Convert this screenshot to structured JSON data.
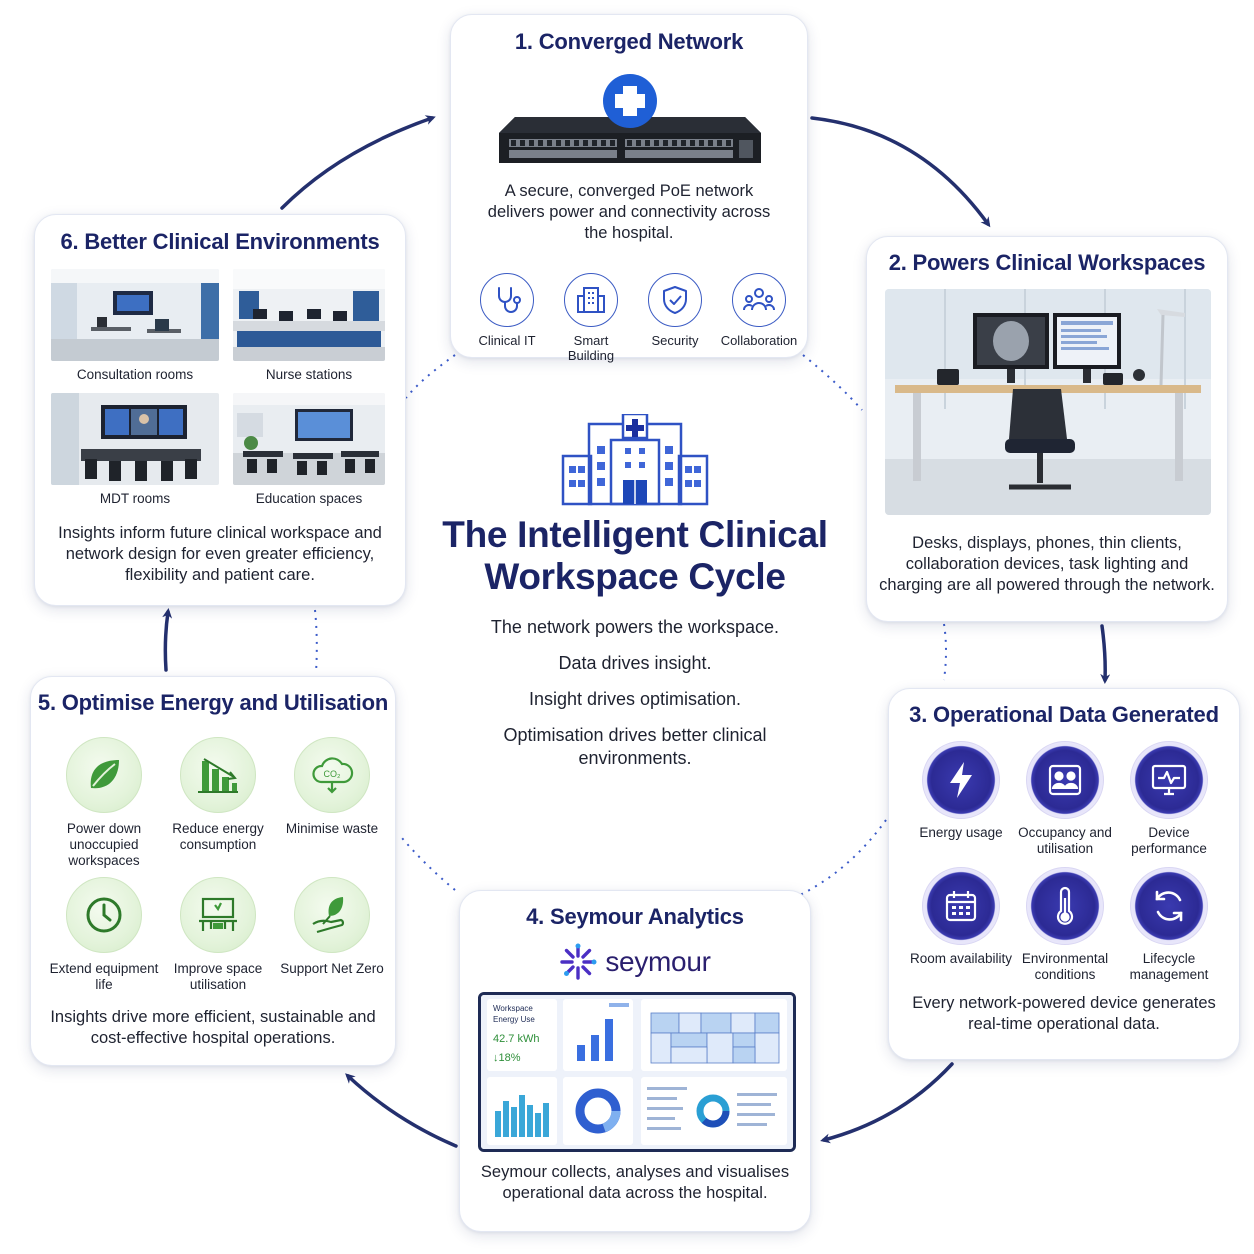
{
  "center": {
    "title": "The Intelligent Clinical Workspace Cycle",
    "lines": [
      "The network powers the workspace.",
      "Data drives insight.",
      "Insight drives optimisation.",
      "Optimisation drives better clinical environments."
    ]
  },
  "card1": {
    "title": "1. Converged Network",
    "text": "A secure, converged PoE network delivers power and connectivity across the hospital.",
    "icons": [
      {
        "label": "Clinical IT",
        "icon": "stethoscope-icon"
      },
      {
        "label": "Smart Building",
        "icon": "building-icon"
      },
      {
        "label": "Security",
        "icon": "shield-icon"
      },
      {
        "label": "Collaboration",
        "icon": "people-icon"
      }
    ]
  },
  "card2": {
    "title": "2. Powers Clinical Workspaces",
    "text": "Desks, displays, phones, thin clients, collaboration devices, task lighting and charging are all powered through the network."
  },
  "card3": {
    "title": "3. Operational Data Generated",
    "items": [
      {
        "label": "Energy usage",
        "icon": "lightning-icon"
      },
      {
        "label": "Occupancy and utilisation",
        "icon": "occupancy-icon"
      },
      {
        "label": "Device performance",
        "icon": "monitor-pulse-icon"
      },
      {
        "label": "Room availability",
        "icon": "calendar-icon"
      },
      {
        "label": "Environmental conditions",
        "icon": "thermometer-icon"
      },
      {
        "label": "Lifecycle management",
        "icon": "cycle-icon"
      }
    ],
    "text": "Every network-powered device generates real-time operational data."
  },
  "card4": {
    "title": "4. Seymour Analytics",
    "brand": "seymour",
    "dashboard": {
      "widget_title": "Workspace Energy Use",
      "value": "42.7 kWh",
      "change": "↓18%"
    },
    "text": "Seymour collects, analyses and visualises operational data across the hospital."
  },
  "card5": {
    "title": "5. Optimise Energy and Utilisation",
    "items": [
      {
        "label": "Power down unoccupied workspaces",
        "icon": "leaf-icon"
      },
      {
        "label": "Reduce energy consumption",
        "icon": "bar-chart-down-icon"
      },
      {
        "label": "Minimise waste",
        "icon": "co2-cloud-icon",
        "icon_text": "CO₂"
      },
      {
        "label": "Extend equipment life",
        "icon": "clock-icon"
      },
      {
        "label": "Improve space utilisation",
        "icon": "desk-icon"
      },
      {
        "label": "Support Net Zero",
        "icon": "hand-leaf-icon"
      }
    ],
    "text": "Insights drive more efficient, sustainable and cost-effective hospital operations."
  },
  "card6": {
    "title": "6. Better Clinical Environments",
    "photos": [
      {
        "label": "Consultation rooms"
      },
      {
        "label": "Nurse stations"
      },
      {
        "label": "MDT rooms"
      },
      {
        "label": "Education spaces"
      }
    ],
    "text": "Insights inform future clinical workspace and network design for even greater efficiency, flexibility and patient care."
  },
  "colors": {
    "navy": "#1b2466",
    "arrow": "#24306e",
    "accent_blue": "#2f62d8",
    "purple": "#2c2a94",
    "green": "#3f9a3a"
  }
}
